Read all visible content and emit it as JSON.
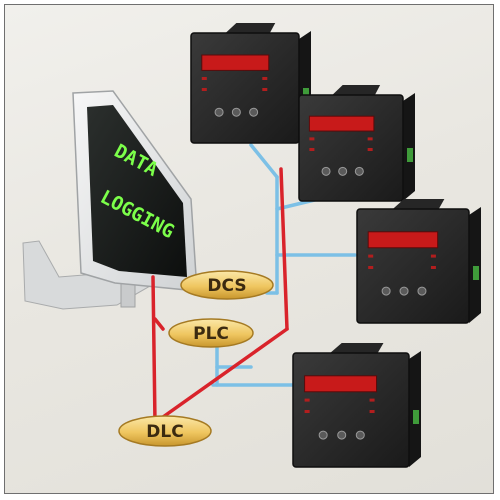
{
  "monitor": {
    "screen_line1": "DATA",
    "screen_line2": "LOGGING"
  },
  "controllers": {
    "badges": [
      "DCS",
      "PLC",
      "DLC"
    ]
  },
  "colors": {
    "red_link": "#d9232b",
    "blue_link": "#7cc0e6",
    "meter_body": "#2a2a2a",
    "meter_display": "#c81a1a",
    "badge_fill": "#f3d37c",
    "screen_text": "#7cff4a"
  }
}
